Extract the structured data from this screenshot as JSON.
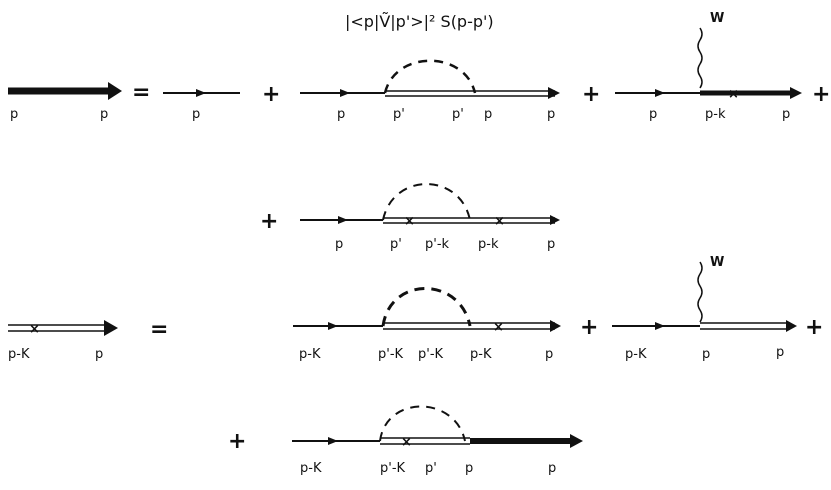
{
  "formula": "|<p|Ṽ|p'>|² S(p-p')",
  "ops": {
    "equals": "=",
    "plus": "+"
  },
  "labels": {
    "row1": [
      "p",
      "p",
      "p",
      "p",
      "p'",
      "p'",
      "p",
      "p",
      "p",
      "p-k",
      "p"
    ],
    "row2": [
      "p",
      "p'",
      "p'-k",
      "p-k",
      "p"
    ],
    "row3": [
      "p-K",
      "p",
      "p-K",
      "p'-K",
      "p'-K",
      "p-K",
      "p",
      "p-K",
      "p",
      "p"
    ],
    "row4": [
      "p-K",
      "p'-K",
      "p'",
      "p",
      "p"
    ]
  },
  "field_label": "W"
}
